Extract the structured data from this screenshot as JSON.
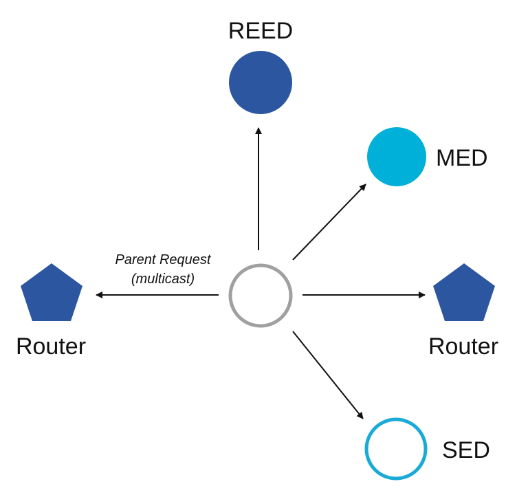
{
  "nodes": {
    "reed": {
      "label": "REED",
      "color": "#2c56a0"
    },
    "med": {
      "label": "MED",
      "color": "#00b0d8"
    },
    "router_left": {
      "label": "Router",
      "color": "#2c56a0"
    },
    "router_right": {
      "label": "Router",
      "color": "#2c56a0"
    },
    "sed": {
      "label": "SED",
      "color": "#1aaad8"
    },
    "center": {
      "color": "#a0a0a0"
    }
  },
  "edges": {
    "to_router_left": {
      "line1": "Parent Request",
      "line2": "(multicast)"
    }
  },
  "colors": {
    "arrow": "#111111"
  }
}
